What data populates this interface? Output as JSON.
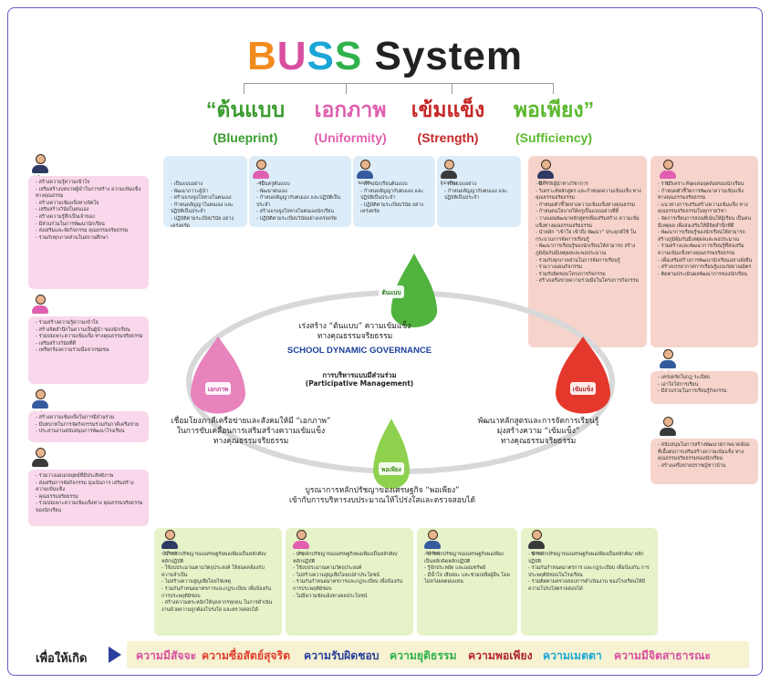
{
  "header": {
    "title_parts": [
      "B",
      "U",
      "S",
      "S",
      " System"
    ],
    "title_colors": [
      "#f28b1e",
      "#d94fa0",
      "#1aa6d6",
      "#2fb24c",
      "#222222"
    ]
  },
  "pillars": [
    {
      "thai": "“ต้นแบบ",
      "en": "(Blueprint)",
      "color": "#3a9c2e"
    },
    {
      "thai": "เอกภาพ",
      "en": "(Uniformity)",
      "color": "#e05fb0"
    },
    {
      "thai": "เข้มแข็ง",
      "en": "(Strength)",
      "color": "#c62828"
    },
    {
      "thai": "พอเพียง”",
      "en": "(Sufficiency)",
      "color": "#5cb82e"
    }
  ],
  "petals": [
    {
      "label": "ต้นแบบ",
      "color": "#4fb33e"
    },
    {
      "label": "เอกภาพ",
      "color": "#e883bd"
    },
    {
      "label": "เข้มแข็ง",
      "color": "#e5382c"
    },
    {
      "label": "พอเพียง",
      "color": "#8ed14f"
    }
  ],
  "center": {
    "governance": "SCHOOL DYNAMIC GOVERNANCE",
    "participative_th": "การบริหารแบบมีส่วนร่วม",
    "participative_en": "(Participative Management)",
    "top_line1": "เร่งสร้าง “ต้นแบบ” ความเข้มแข็ง",
    "top_line2": "ทางคุณธรรมจริยธรรม",
    "left_line1": "เชื่อมโยงภาคีเครือข่ายและสังคมให้มี “เอกภาพ”",
    "left_line2": "ในการขับเคลื่อนการเสริมสร้างความเข้มแข็ง",
    "left_line3": "ทางคุณธรรมจริยธรรม",
    "right_line1": "พัฒนาหลักสูตรและการจัดการเรียนรู้",
    "right_line2": "มุ่งสร้างความ “เข้มแข็ง”",
    "right_line3": "ทางคุณธรรมจริยธรรม",
    "bottom_line1": "บูรณาการหลักปรัชญาของเศรษฐกิจ “พอเพียง”",
    "bottom_line2": "เข้ากับการบริหารงบประมาณให้โปร่งใสและตรวจสอบได้"
  },
  "roles": {
    "director": "ผู้บริหาร",
    "teacher": "ครู",
    "student": "นักเรียน",
    "community": "ชุมชน",
    "parent": "ผู้ปกครอง"
  },
  "cards": {
    "left1": [
      "สร้างความรู้ความเข้าใจ",
      "เสริมสร้างบทบาทผู้นำในการสร้าง ความเข้มแข็งทางคุณธรรม",
      "สร้างความเข้มแข็งทางจิตใจ",
      "เสริมสร้างวินัยในตนเอง",
      "สร้างความรู้สึกเป็นเจ้าของ",
      "มีส่วนร่วมในการพัฒนานักเรียน",
      "ส่งเสริมและจัดกิจกรรม คุณธรรมจริยธรรม",
      "ร่วมกับทุกภาคส่วนในสถานศึกษา"
    ],
    "left2": [
      "ร่วมสร้างความรู้ความเข้าใจ",
      "สร้างจิตสำนึกในความเป็นผู้นำ ของนักเรียน",
      "ร่วมบ่มเพาะความเข้มแข็ง ทางคุณธรรมจริยธรรม",
      "เสริมสร้างวินัยที่ดี",
      "เพรียกร้องความร่วมมือจากชุมชน"
    ],
    "left3": [
      "สร้างความเข้มแข็งในการมีส่วนร่วม",
      "มีบทบาทในการจัดกิจกรรมร่วมกับภาคีเครือข่าย",
      "ประสานงานสนับสนุนการพัฒนาโรงเรียน"
    ],
    "left4": [
      "ร่วมวางแผนกลยุทธ์ที่มีประสิทธิภาพ",
      "ส่งเสริมการจัดกิจกรรม มุ่งเน้นการ เสริมสร้างความเข้มแข็ง",
      "คุณธรรมจริยธรรม",
      "ร่วมบ่มเพาะความเข้มแข็งทาง คุณธรรมจริยธรรมของนักเรียน"
    ],
    "top1": [
      "เป็นแบบอย่าง",
      "พัฒนาภาวะผู้นำ",
      "สร้างแรงจูงใจทางในตนเอง",
      "กำหนดสัญญาในตนเอง และปฏิบัติเป็นประจำ",
      "ปฏิบัติตามระเบียบวินัย อย่างเคร่งครัด"
    ],
    "top2": [
      "เป็นครูต้นแบบ",
      "พัฒนาตนเอง",
      "กำหนดสัญญากับตนเอง และปฏิบัติเป็นประจำ",
      "สร้างแรงจูงใจทางในตนเองนักเรียน",
      "ปฏิบัติตามระเบียบวินัยอย่างเคร่งครัด"
    ],
    "top3": [
      "สร้างนักเรียนต้นแบบ",
      "กำหนดสัญญากับตนเอง และปฏิบัติเป็นประจำ",
      "ปฏิบัติตามระเบียบวินัย อย่างเคร่งครัด"
    ],
    "top4": [
      "เป็นแบบอย่าง",
      "กำหนดสัญญากับตนเอง และปฏิบัติเป็นประจำ"
    ],
    "right1": [
      "มีภาวะผู้นำทางวิชาการ",
      "วิเคราะห์หลักสูตร และกำหนดความเข้มแข็ง ทางคุณธรรมจริยธรรม",
      "กำหนดตัวชี้วัดทางความเข้มแข็งทางคุณธรรม",
      "กำหนดนโยบายให้ครูเป็นแบบอย่างที่ดี",
      "วางแผนพัฒนาหลักสูตรเพื่อเสริมสร้าง ความเข้มแข็งทางคุณธรรมจริยธรรม",
      "นำหลัก “เข้าใจ เข้าถึง พัฒนา” ประยุกต์ใช้ ในกระบวนการจัดการเรียนรู้",
      "พัฒนาการเรียนรู้ของนักเรียนให้สามารถ สร้างภูมิคุ้มกันมีเหตุผลและพอประมาณ",
      "ร่วมกับทุกภาคส่วนในการจัดการเรียนรู้",
      "รวมวางแผนกิจกรรม",
      "ร่วมรับผิดชอบโครงการกิจกรรม",
      "สร้างเครือข่ายความร่วมมือในโครงการกิจกรรม"
    ],
    "right2": [
      "ร่วมวิเคราะห์จุดเด่นจุดด้อยของนักเรียน",
      "กำหนดตัวชี้วัดการพัฒนาความเข้มแข็ง ทางคุณธรรมจริยธรรม",
      "แนวทางการเสริมสร้างความเข้มแข็ง ทางคุณธรรมจริยธรรมในทุกรายวิชา",
      "จัดการเรียนการสอนที่เน้นให้ผู้เรียน เป็นคนมีเหตุผล เพื่อส่งเสริมให้มีจิตสำนึกที่ดี",
      "พัฒนาการเรียนรู้ของนักเรียนให้สามารถ สร้างภูมิคุ้มกันมีเหตุผลและพอประมาณ",
      "ร่วมสร้างและพัฒนาการเรียนรู้ที่ส่งเสริม ความเข้มแข็งทางคุณธรรมจริยธรรม",
      "เพื่อเสริมสร้างการพัฒนานักเรียนอย่างยั่งยืน",
      "สร้างบรรยากาศการเรียนรู้แบบกัลยาณมิตร",
      "ติดตามประเมินผลพัฒนาการของนักเรียน"
    ],
    "right3": [
      "เคร่งครัดในกฎ ระเบียบ",
      "เอาใจใส่การเรียน",
      "มีส่วนร่วมในการเรียนรู้กิจกรรม"
    ],
    "right4": [
      "สนับสนุนในการสร้างพัฒนาสภาพแวดล้อม ที่เอื้อต่อการเสริมสร้างความเข้มแข็ง ทางคุณธรรมจริยธรรมของนักเรียน",
      "สร้างเครือข่ายปราชญ์ชาวบ้าน"
    ],
    "bottom1": [
      "นำหลักปรัชญาของเศรษฐกิจพอเพียงเป็นหลักคิด/ หลักปฏิบัติ",
      "ใช้งบประมาณตามวัตถุประสงค์ ให้สอดคล้องกับความจำเป็น",
      "ไม่สร้างความสูญเสียโดยใช่เหตุ",
      "ร่วมกันกำหนดมาตรการและกฎระเบียบ เพื่อป้องกันการประพฤติมิชอบ",
      "สร้างความตระหนักให้บุคลากรทุกคน ในการดำเนินงานด้วยความถูกต้องโปร่งใส และตรวจสอบได้"
    ],
    "bottom2": [
      "นำหลักปรัชญาของเศรษฐกิจพอเพียงเป็นหลักคิด/ หลักปฏิบัติ",
      "ใช้งบประมาณตามวัตถุประสงค์",
      "ไม่สร้างความสูญเสียโดยเปล่าประโยชน์",
      "ร่วมกันกำหนดมาตรการและกฎระเบียบ เพื่อป้องกันการประพฤติมิชอบ",
      "ไม่มีความขัดแย้งทางผลประโยชน์"
    ],
    "bottom3": [
      "นำหลักปรัชญาของเศรษฐกิจพอเพียง เป็นหลักคิดหลักปฏิบัติ",
      "รู้จักประหยัด และออมทรัพย์",
      "มีน้ำใจ เสียสละ และช่วยเหลือผู้อื่น โดยไม่หวังผลตอบแทน"
    ],
    "bottom4": [
      "นำหลักปรัชญาของเศรษฐกิจพอเพียงเป็นหลักคิด/ หลักปฏิบัติ",
      "ร่วมกันกำหนดมาตรการ และกฎระเบียบ เพื่อป้องกัน การประพฤติมิชอบในโรงเรียน",
      "ร่วมติดตามตรวจสอบการดำเนินงาน ของโรงเรียนให้มีความโปร่งใสตรวจสอบได้"
    ]
  },
  "footer": {
    "label": "เพื่อให้เกิด",
    "values": [
      {
        "text": "ความมีสัจจะ",
        "color": "#d94fa0"
      },
      {
        "text": "ความซื่อสัตย์สุจริต",
        "color": "#e0402f"
      },
      {
        "text": "ความรับผิดชอบ",
        "color": "#2a3f9e"
      },
      {
        "text": "ความยุติธรรม",
        "color": "#2fb24c"
      },
      {
        "text": "ความพอเพียง",
        "color": "#b0262b"
      },
      {
        "text": "ความเมตตา",
        "color": "#1aa6d6"
      },
      {
        "text": "ความมีจิตสาธารณะ",
        "color": "#d94fa0"
      }
    ]
  }
}
